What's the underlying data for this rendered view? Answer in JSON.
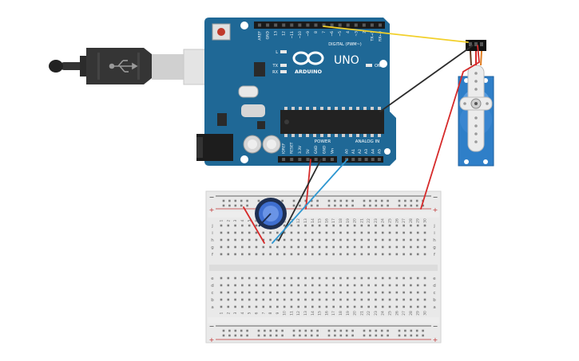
{
  "board": {
    "brand_mark": "∞",
    "model": "UNO",
    "name": "ARDUINO",
    "digital_header_label": "DIGITAL (PWM~)",
    "power_label": "POWER",
    "analog_label": "ANALOG IN",
    "led_l": "L",
    "led_tx": "TX",
    "led_rx": "RX",
    "led_on": "ON",
    "digital_pins": [
      "AREF",
      "GND",
      "13",
      "12",
      "~11",
      "~10",
      "~9",
      "8",
      "7",
      "~6",
      "~5",
      "4",
      "~3",
      "2",
      "TX→1",
      "RX←0"
    ],
    "power_pins": [
      "IOREF",
      "RESET",
      "3.3V",
      "5V",
      "GND",
      "GND",
      "Vin"
    ],
    "analog_pins": [
      "A0",
      "A1",
      "A2",
      "A3",
      "A4",
      "A5"
    ]
  },
  "breadboard": {
    "rail_minus": "−",
    "rail_plus": "+",
    "rows_top": [
      "j",
      "i",
      "h",
      "g",
      "f"
    ],
    "rows_bottom": [
      "e",
      "d",
      "c",
      "b",
      "a"
    ],
    "columns": [
      "1",
      "2",
      "3",
      "4",
      "5",
      "6",
      "7",
      "8",
      "9",
      "10",
      "11",
      "12",
      "13",
      "14",
      "15",
      "16",
      "17",
      "18",
      "19",
      "20",
      "21",
      "22",
      "23",
      "24",
      "25",
      "26",
      "27",
      "28",
      "29",
      "30"
    ]
  },
  "colors": {
    "board": "#1f6896",
    "wire_signal": "#f2d02a",
    "wire_ground": "#2c2c2c",
    "wire_power": "#d62a2a",
    "wire_analog": "#2e97d1",
    "servo": "#2f7fc8"
  }
}
